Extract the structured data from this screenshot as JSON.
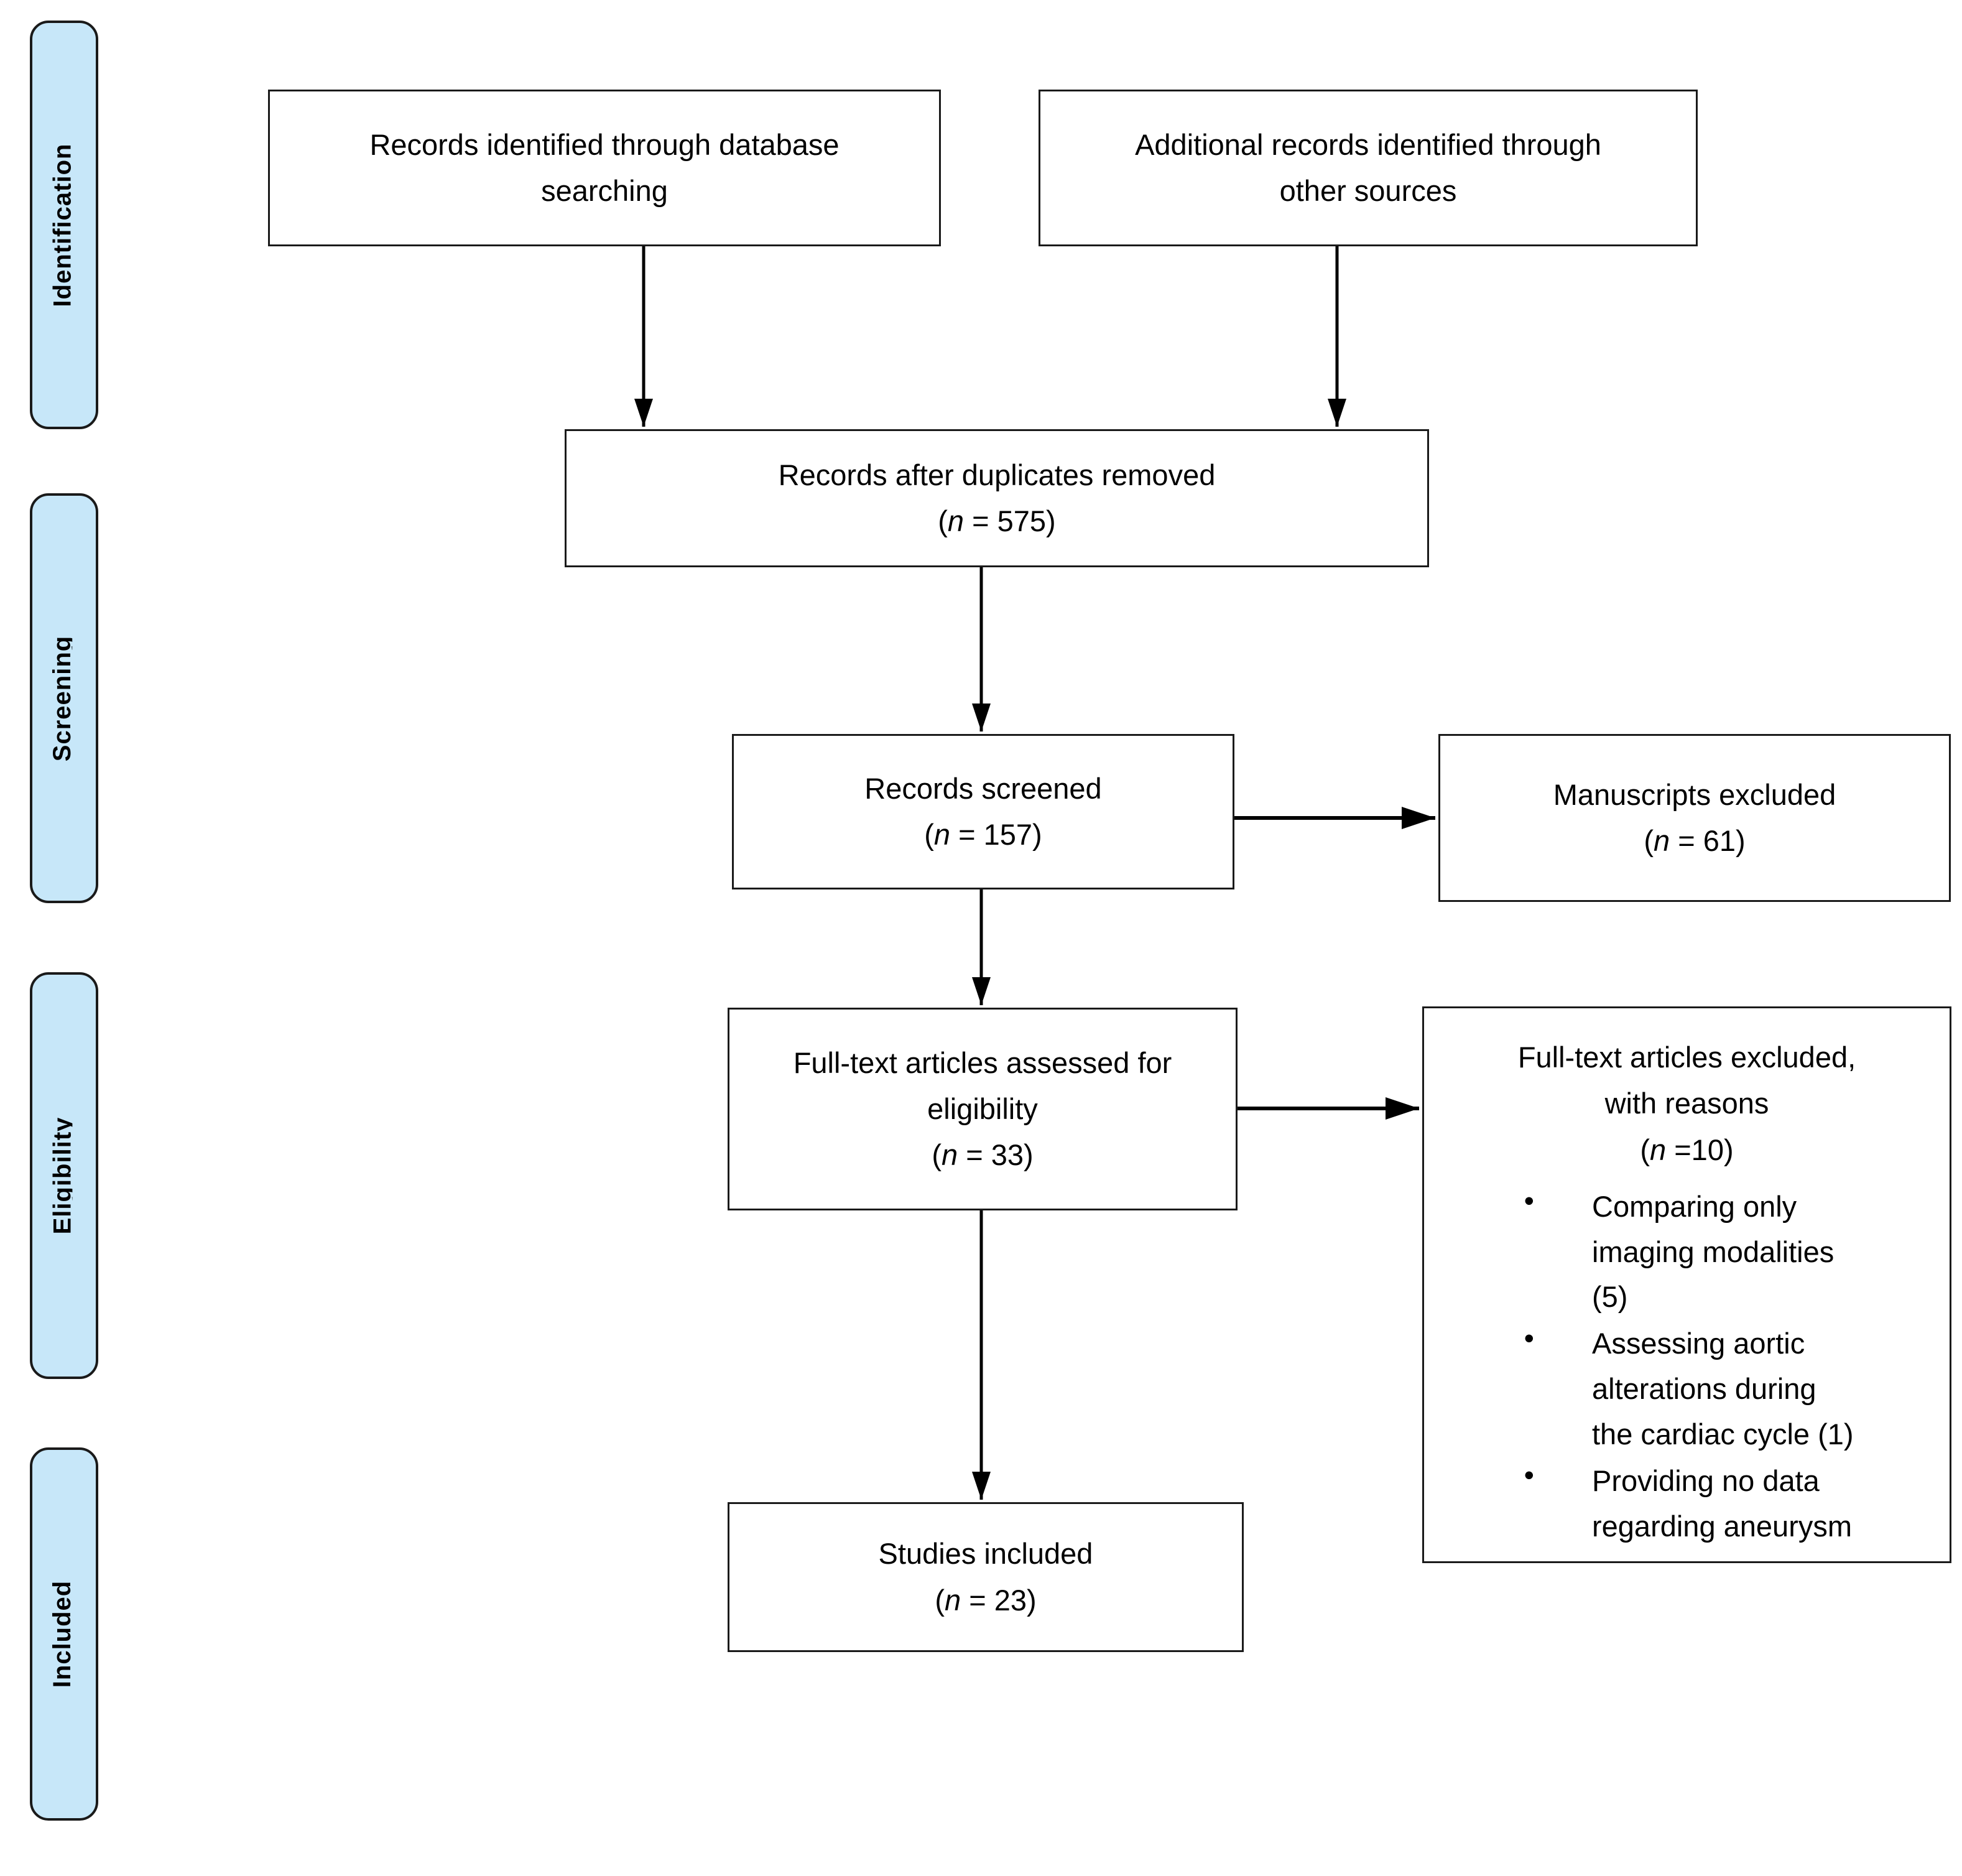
{
  "sidebar": {
    "stages": [
      {
        "label": "Identification"
      },
      {
        "label": "Screening"
      },
      {
        "label": "Eligibility"
      },
      {
        "label": "Included"
      }
    ]
  },
  "boxes": {
    "db_search": {
      "lines": [
        "Records identified through database",
        "searching"
      ]
    },
    "other_sources": {
      "lines": [
        "Additional records identified through",
        "other sources"
      ]
    },
    "dedup": {
      "lines": [
        "Records after duplicates removed"
      ],
      "count": "(n = 575)"
    },
    "screened": {
      "lines": [
        "Records screened"
      ],
      "count": "(n = 157)"
    },
    "manuscripts_excluded": {
      "lines": [
        "Manuscripts excluded"
      ],
      "count": "(n = 61)"
    },
    "fulltext_assessed": {
      "lines": [
        "Full-text articles assessed for",
        "eligibility"
      ],
      "count": "(n = 33)"
    },
    "fulltext_excluded": {
      "lines": [
        "Full-text articles excluded,",
        "with reasons"
      ],
      "count": "(n =10)",
      "reasons": [
        {
          "lines": [
            "Comparing only",
            "imaging modalities",
            "(5)"
          ]
        },
        {
          "lines": [
            "Assessing aortic",
            "alterations during",
            "the cardiac cycle (1)"
          ]
        },
        {
          "lines": [
            "Providing no data",
            "regarding aneurysm"
          ]
        }
      ]
    },
    "studies_included": {
      "lines": [
        "Studies included"
      ],
      "count": "(n = 23)"
    }
  },
  "colors": {
    "stage_fill": "#C7E7F9",
    "stage_border": "#1A1A1A",
    "box_border": "#1A1A1A",
    "arrow": "#000000",
    "background": "#FFFFFF"
  }
}
